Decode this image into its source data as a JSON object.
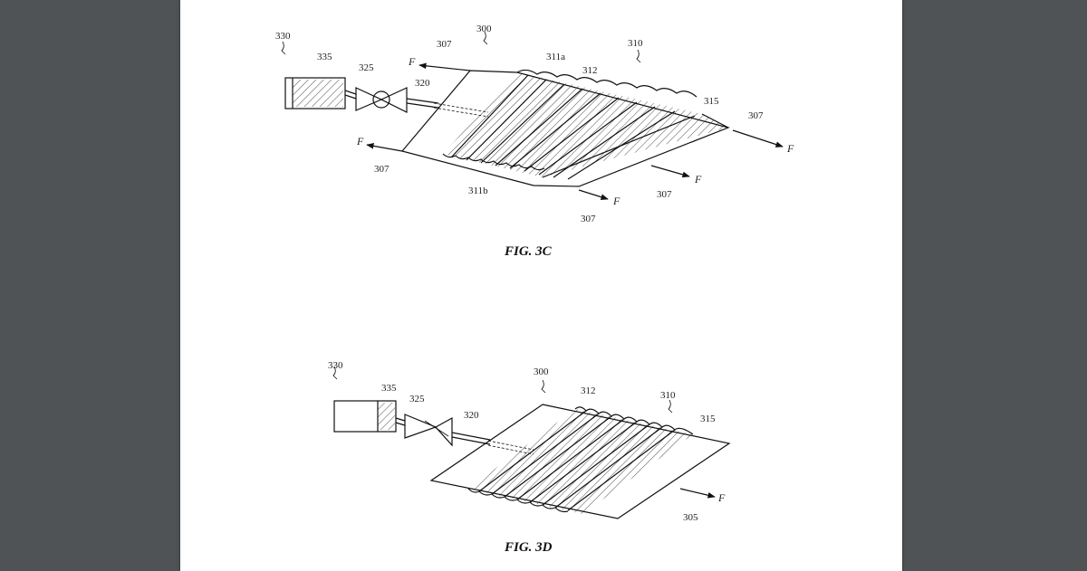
{
  "figures": {
    "fig_3c": {
      "caption": "FIG. 3C",
      "labels": {
        "l330": "330",
        "l335": "335",
        "l325": "325",
        "l320": "320",
        "l307_top": "307",
        "l300": "300",
        "l311a": "311a",
        "l312": "312",
        "l310": "310",
        "l315": "315",
        "l307_right": "307",
        "l307_left": "307",
        "l311b": "311b",
        "l307_bottom_mid": "307",
        "l307_bottom": "307",
        "f_top": "F",
        "f_left": "F",
        "f_right": "F",
        "f_mid": "F",
        "f_bottom": "F"
      }
    },
    "fig_3d": {
      "caption": "FIG. 3D",
      "labels": {
        "l330": "330",
        "l335": "335",
        "l325": "325",
        "l320": "320",
        "l300": "300",
        "l312": "312",
        "l310": "310",
        "l315": "315",
        "l305": "305",
        "f": "F"
      }
    }
  }
}
